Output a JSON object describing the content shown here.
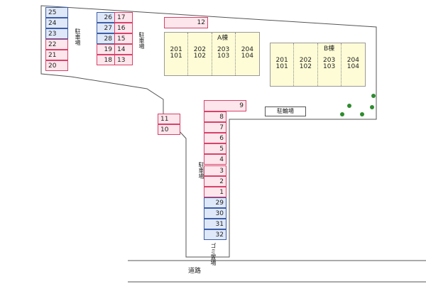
{
  "lot_left": {
    "label": "駐車場",
    "slots": [
      {
        "num": "25",
        "color": "blue"
      },
      {
        "num": "24",
        "color": "blue"
      },
      {
        "num": "23",
        "color": "blue"
      },
      {
        "num": "22",
        "color": "pink"
      },
      {
        "num": "21",
        "color": "pink"
      },
      {
        "num": "20",
        "color": "pink"
      }
    ]
  },
  "lot_mid": {
    "label": "駐車場",
    "left_col": [
      {
        "num": "26",
        "color": "blue"
      },
      {
        "num": "27",
        "color": "blue"
      },
      {
        "num": "28",
        "color": "blue"
      },
      {
        "num": "19",
        "color": "pink"
      },
      {
        "num": "18",
        "color": "pink"
      }
    ],
    "right_col": [
      {
        "num": "17",
        "color": "pink"
      },
      {
        "num": "16",
        "color": "pink"
      },
      {
        "num": "15",
        "color": "pink"
      },
      {
        "num": "14",
        "color": "pink"
      },
      {
        "num": "13",
        "color": "pink"
      }
    ]
  },
  "slot_12": {
    "num": "12",
    "color": "pink"
  },
  "building_a": {
    "name": "A棟",
    "units": [
      {
        "top": "201",
        "bottom": "101"
      },
      {
        "top": "202",
        "bottom": "102"
      },
      {
        "top": "203",
        "bottom": "103"
      },
      {
        "top": "204",
        "bottom": "104"
      }
    ]
  },
  "building_b": {
    "name": "B棟",
    "units": [
      {
        "top": "201",
        "bottom": "101"
      },
      {
        "top": "202",
        "bottom": "102"
      },
      {
        "top": "203",
        "bottom": "103"
      },
      {
        "top": "204",
        "bottom": "104"
      }
    ]
  },
  "slots_11_10": [
    {
      "num": "11",
      "color": "pink"
    },
    {
      "num": "10",
      "color": "pink"
    }
  ],
  "lot_main": {
    "label": "駐車場",
    "slots": [
      {
        "num": "9",
        "color": "pink"
      },
      {
        "num": "8",
        "color": "pink"
      },
      {
        "num": "7",
        "color": "pink"
      },
      {
        "num": "6",
        "color": "pink"
      },
      {
        "num": "5",
        "color": "pink"
      },
      {
        "num": "4",
        "color": "pink"
      },
      {
        "num": "3",
        "color": "pink"
      },
      {
        "num": "2",
        "color": "pink"
      },
      {
        "num": "1",
        "color": "pink"
      },
      {
        "num": "29",
        "color": "blue"
      },
      {
        "num": "30",
        "color": "blue"
      },
      {
        "num": "31",
        "color": "blue"
      },
      {
        "num": "32",
        "color": "blue"
      }
    ]
  },
  "bike_parking": "駐輪場",
  "trash_area": "ゴミ置場",
  "road": "道路",
  "colors": {
    "pink_fill": "#fde6ec",
    "pink_border": "#d8426a",
    "blue_fill": "#dfe8f8",
    "blue_border": "#3c5ea8",
    "building_fill": "#fefcd6",
    "tree": "#2e8b2e"
  }
}
